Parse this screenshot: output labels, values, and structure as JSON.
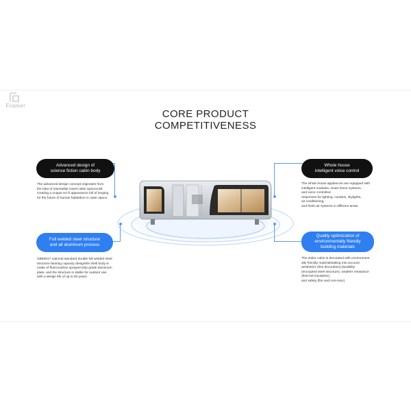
{
  "brand": {
    "name": "Framer"
  },
  "title": {
    "line1": "CORE PRODUCT",
    "line2": "COMPETITIVENESS"
  },
  "features": {
    "top_left": {
      "label_line1": "Advanced design of",
      "label_line2": "science fiction cabin body",
      "desc": [
        "The advanced design concept originates from",
        "the idea of interstellar travel cabin spacecraft,",
        "creating a unique sci-fi appearance full of longing",
        "for the future of human habitation in outer space."
      ]
    },
    "top_right": {
      "label_line1": "Whole house",
      "label_line2": "intelligent voice control",
      "desc": [
        "The whole house appliances are equipped with",
        "intelligent modules, smart home systems,",
        "and voice controlled",
        "responses for lighting, curtains, skylights,",
        "air conditioning,",
        "and fresh air systems in different areas"
      ]
    },
    "bottom_left": {
      "label_line1": "Full welded steel structure",
      "label_line2": "and all aluminum process",
      "desc": [
        "GB50017 national standard double full welded steel",
        "structure bearing capacity designthe shell body is",
        "made of fluorocarbon sprayed ship grade aluminum",
        "plate, and the structure is stable for outdoor use",
        "with a design life of up to 50 years."
      ]
    },
    "bottom_right": {
      "label_line1": "Quality optimization of",
      "label_line2": "environmentally friendly",
      "label_line3": "building materials",
      "desc": [
        "The entire cabin is decorated with environment",
        "ally friendly materialstaking into account",
        "aesthetics (fine decoration),durability",
        "(encrypted steel structure), weather resistance",
        "(thermal insulation),",
        "and safety (fire and non-toxic)"
      ]
    }
  },
  "colors": {
    "accent": "#2f7ff0",
    "dark_pill": "#111111",
    "line": "#5b9bea"
  },
  "icons": {
    "logo": "framer-logo-icon"
  }
}
